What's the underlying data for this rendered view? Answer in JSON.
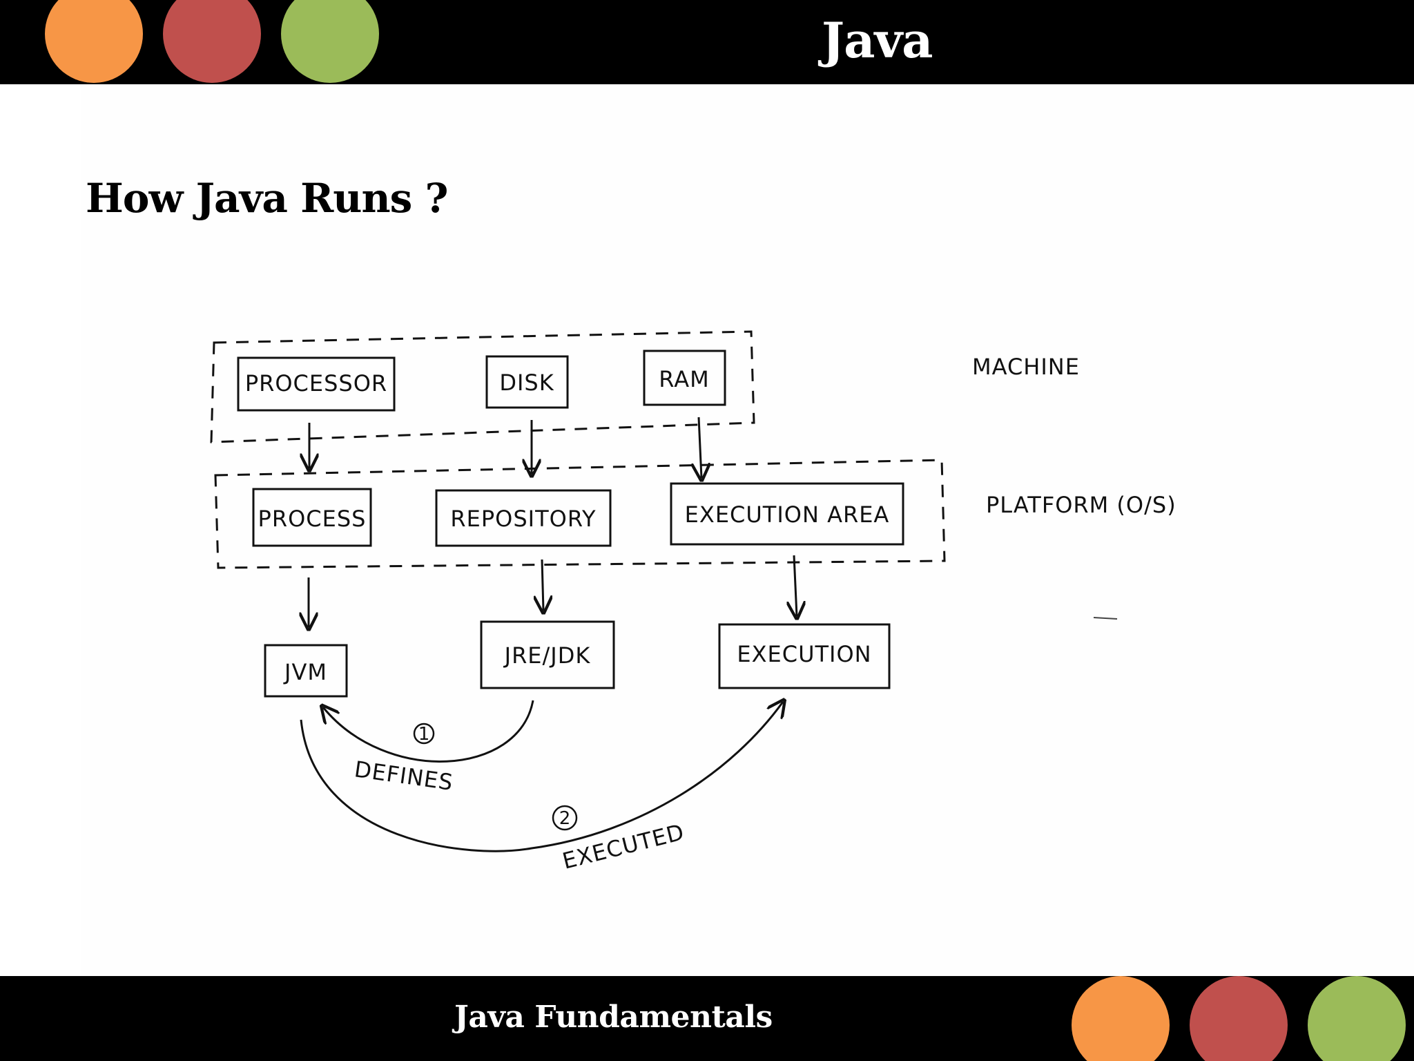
{
  "header": {
    "title": "Java",
    "dot_colors": [
      "#F79646",
      "#C0504D",
      "#9BBB59"
    ]
  },
  "slide": {
    "heading": "How Java Runs ?"
  },
  "diagram": {
    "machine_layer": {
      "label": "MACHINE",
      "boxes": [
        "PROCESSOR",
        "DISK",
        "RAM"
      ]
    },
    "platform_layer": {
      "label": "PLATFORM (O/S)",
      "boxes": [
        "PROCESS",
        "REPOSITORY",
        "EXECUTION AREA"
      ]
    },
    "runtime_boxes": [
      "JVM",
      "JRE/JDK",
      "EXECUTION"
    ],
    "relations": [
      {
        "number": "1",
        "label": "DEFINES"
      },
      {
        "number": "2",
        "label": "EXECUTED"
      }
    ]
  },
  "footer": {
    "title": "Java Fundamentals",
    "dot_colors": [
      "#F79646",
      "#C0504D",
      "#9BBB59"
    ]
  }
}
